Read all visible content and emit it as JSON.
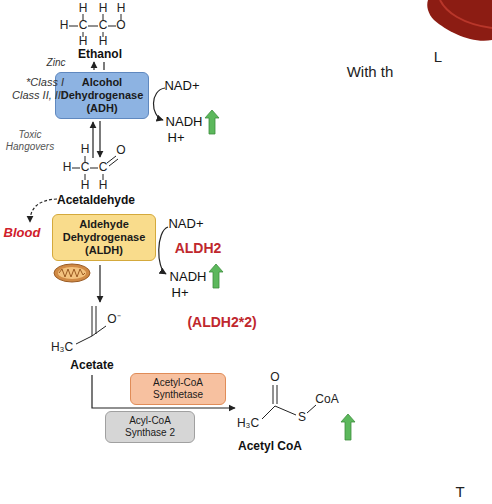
{
  "diagram": {
    "nodes": [
      {
        "text": [
          "Alcohol Dehydrogenase (ADH)"
        ]
      },
      {
        "text": [
          "Aldehyde Dehydrogenase (ALDH)"
        ]
      },
      {
        "text": [
          "Acetyl-CoA Synthetase"
        ]
      },
      {
        "text": [
          "Acyl-CoA Synthase 2"
        ]
      }
    ],
    "labels": [
      "H",
      "H",
      "H",
      "H",
      "C",
      "C",
      "O",
      "H",
      "H",
      "Ethanol",
      "Zinc",
      "*Class I Class II, III",
      "NAD+",
      "NADH",
      "H+",
      "Toxic Hangovers",
      "H",
      "H",
      "C",
      "C",
      "O",
      "H",
      "H",
      "Acetaldehyde",
      "Blood",
      "ALDH2",
      "NAD+",
      "NADH",
      "H+",
      "(ALDH2*2)",
      "H₃C",
      "O⁻",
      "Acetate",
      "O",
      "H₃C",
      "S",
      "CoA",
      "Acetyl CoA",
      "L",
      "With th",
      "T"
    ]
  }
}
